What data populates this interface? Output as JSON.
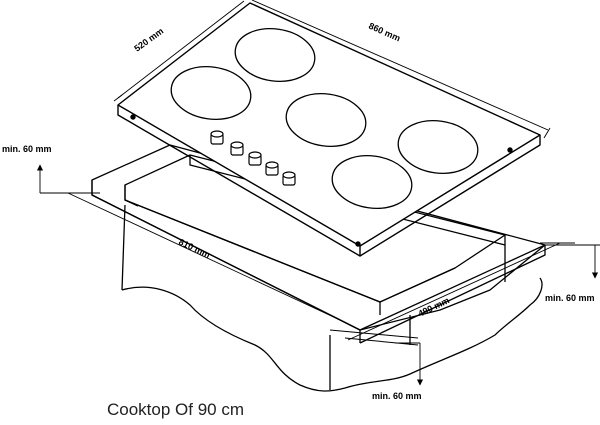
{
  "dimensions": {
    "depth": "520 mm",
    "width": "860 mm",
    "cutout_width": "810 mm",
    "cutout_depth": "490 mm",
    "clearance_left": "min. 60 mm",
    "clearance_right": "min. 60 mm",
    "clearance_front": "min. 60 mm"
  },
  "caption": "Cooktop Of 90 cm"
}
